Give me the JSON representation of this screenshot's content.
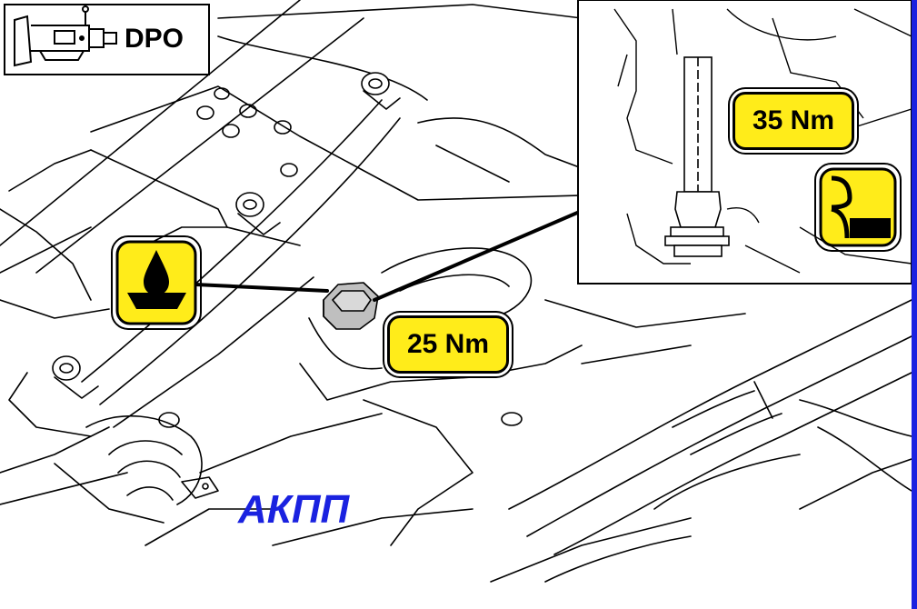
{
  "header": {
    "model_code": "DPO"
  },
  "labels": {
    "transmission": "АКПП"
  },
  "torque": {
    "inset_bolt": "35 Nm",
    "drain_plug": "25 Nm"
  },
  "icons": {
    "transmission": "transmission-icon",
    "oil_drop": "oil-drop-icon",
    "seal_profile": "seal-profile-icon"
  },
  "colors": {
    "badge_yellow": "#ffec1a",
    "label_blue": "#1a22e0",
    "edge_bar": "#1a22e0",
    "line": "#000000"
  }
}
